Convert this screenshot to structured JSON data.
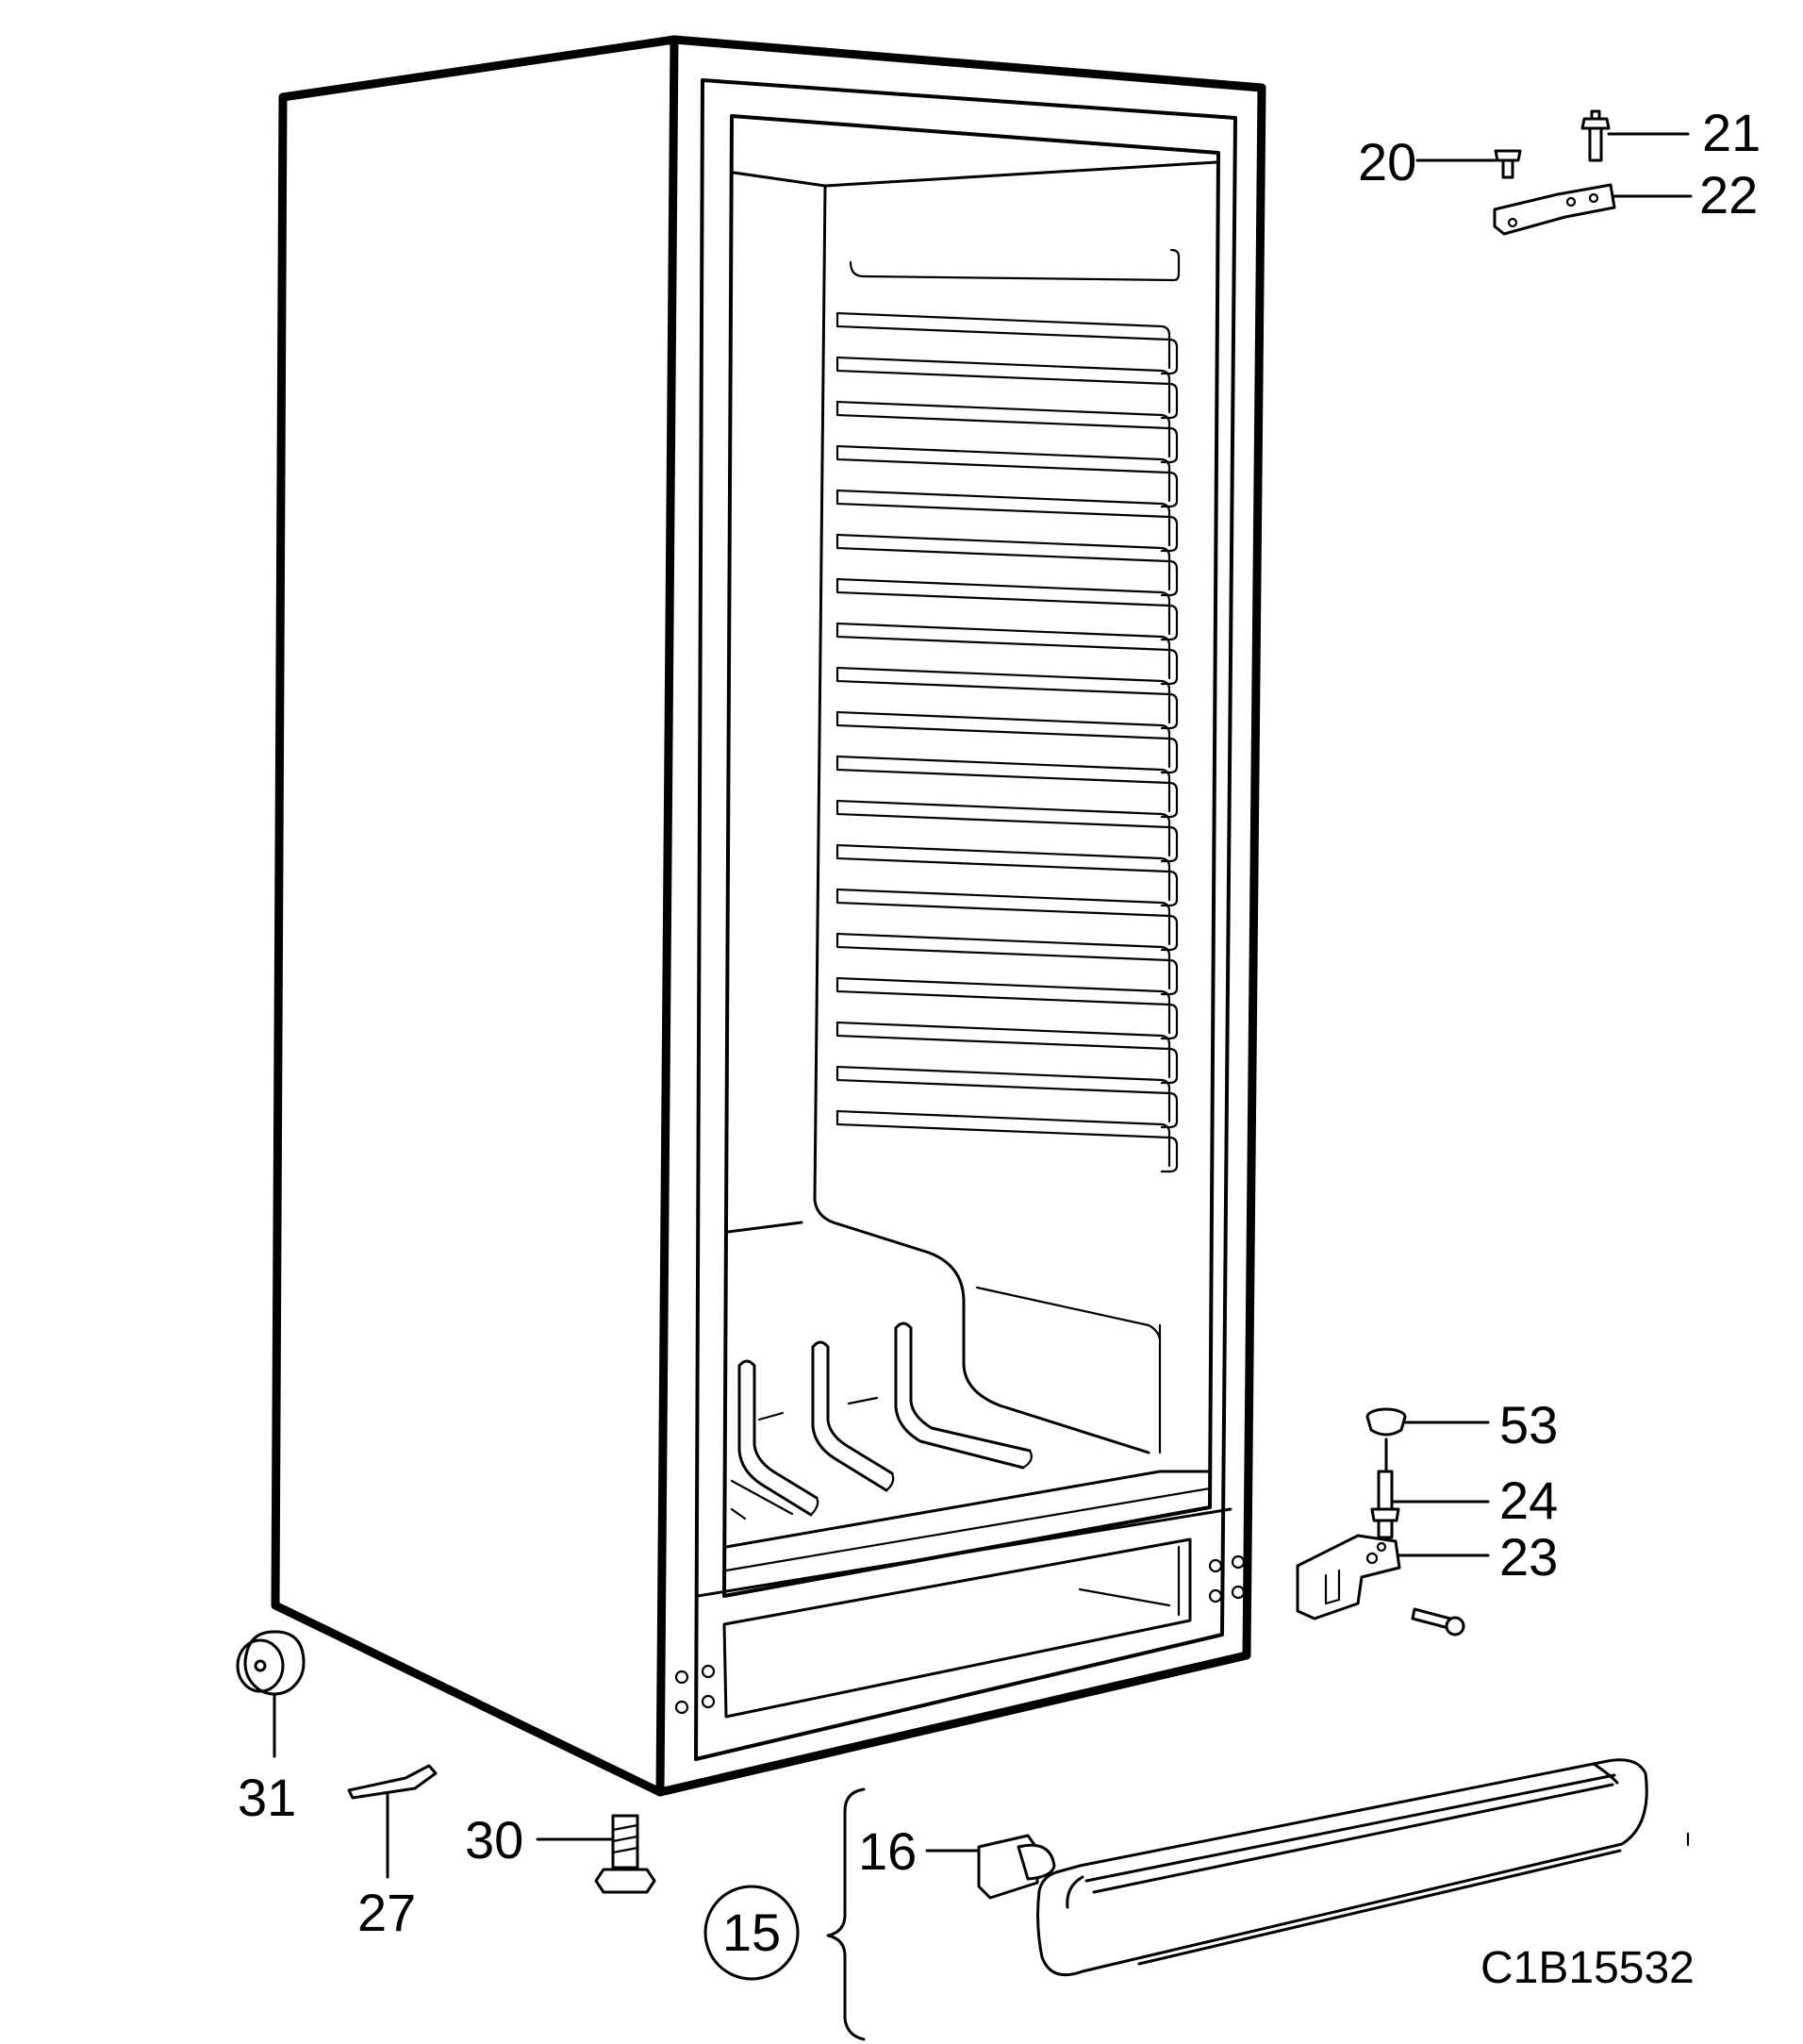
{
  "diagram": {
    "drawing_code": "C1B15532",
    "callouts": {
      "c20": "20",
      "c21": "21",
      "c22": "22",
      "c53": "53",
      "c24": "24",
      "c23": "23",
      "c31": "31",
      "c27": "27",
      "c30": "30",
      "c16": "16",
      "c15": "15"
    }
  }
}
